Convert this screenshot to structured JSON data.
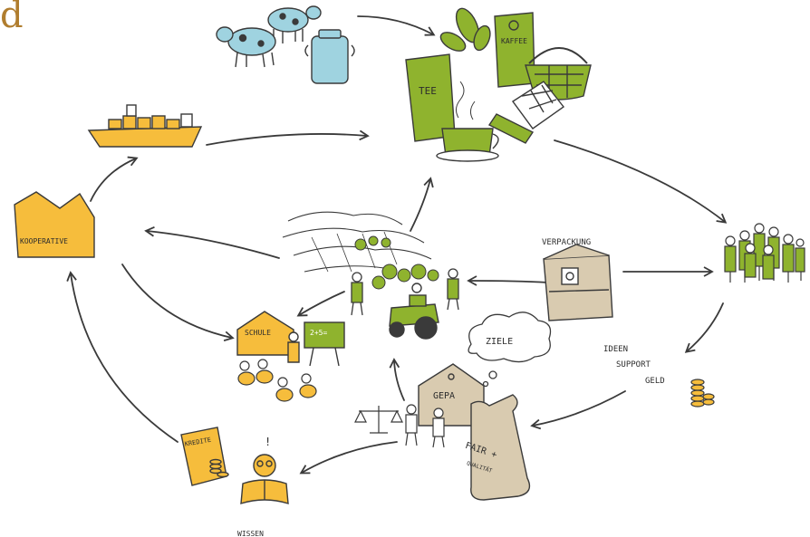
{
  "corner_letter": "d",
  "labels": {
    "kaffee": "KAFFEE",
    "tee": "TEE",
    "kooperative": "KOOPERATIVE",
    "schule": "SCHULE",
    "board": "2+5=",
    "verpackung": "VERPACKUNG",
    "ziele": "ZIELE",
    "gepa": "GEPA",
    "ideen": "IDEEN",
    "support": "SUPPORT",
    "geld": "GELD",
    "fair": "FAIR +",
    "qualitaet": "QUALITÄT",
    "kredite": "KREDITE",
    "exclaim": "!",
    "wissen": "WISSEN"
  },
  "colors": {
    "yellow": "#f6bd3c",
    "green": "#8fb32e",
    "dark_green": "#5e8a1f",
    "blue": "#9fd3e0",
    "beige": "#d9cbb0",
    "ink": "#3a3a3a"
  }
}
